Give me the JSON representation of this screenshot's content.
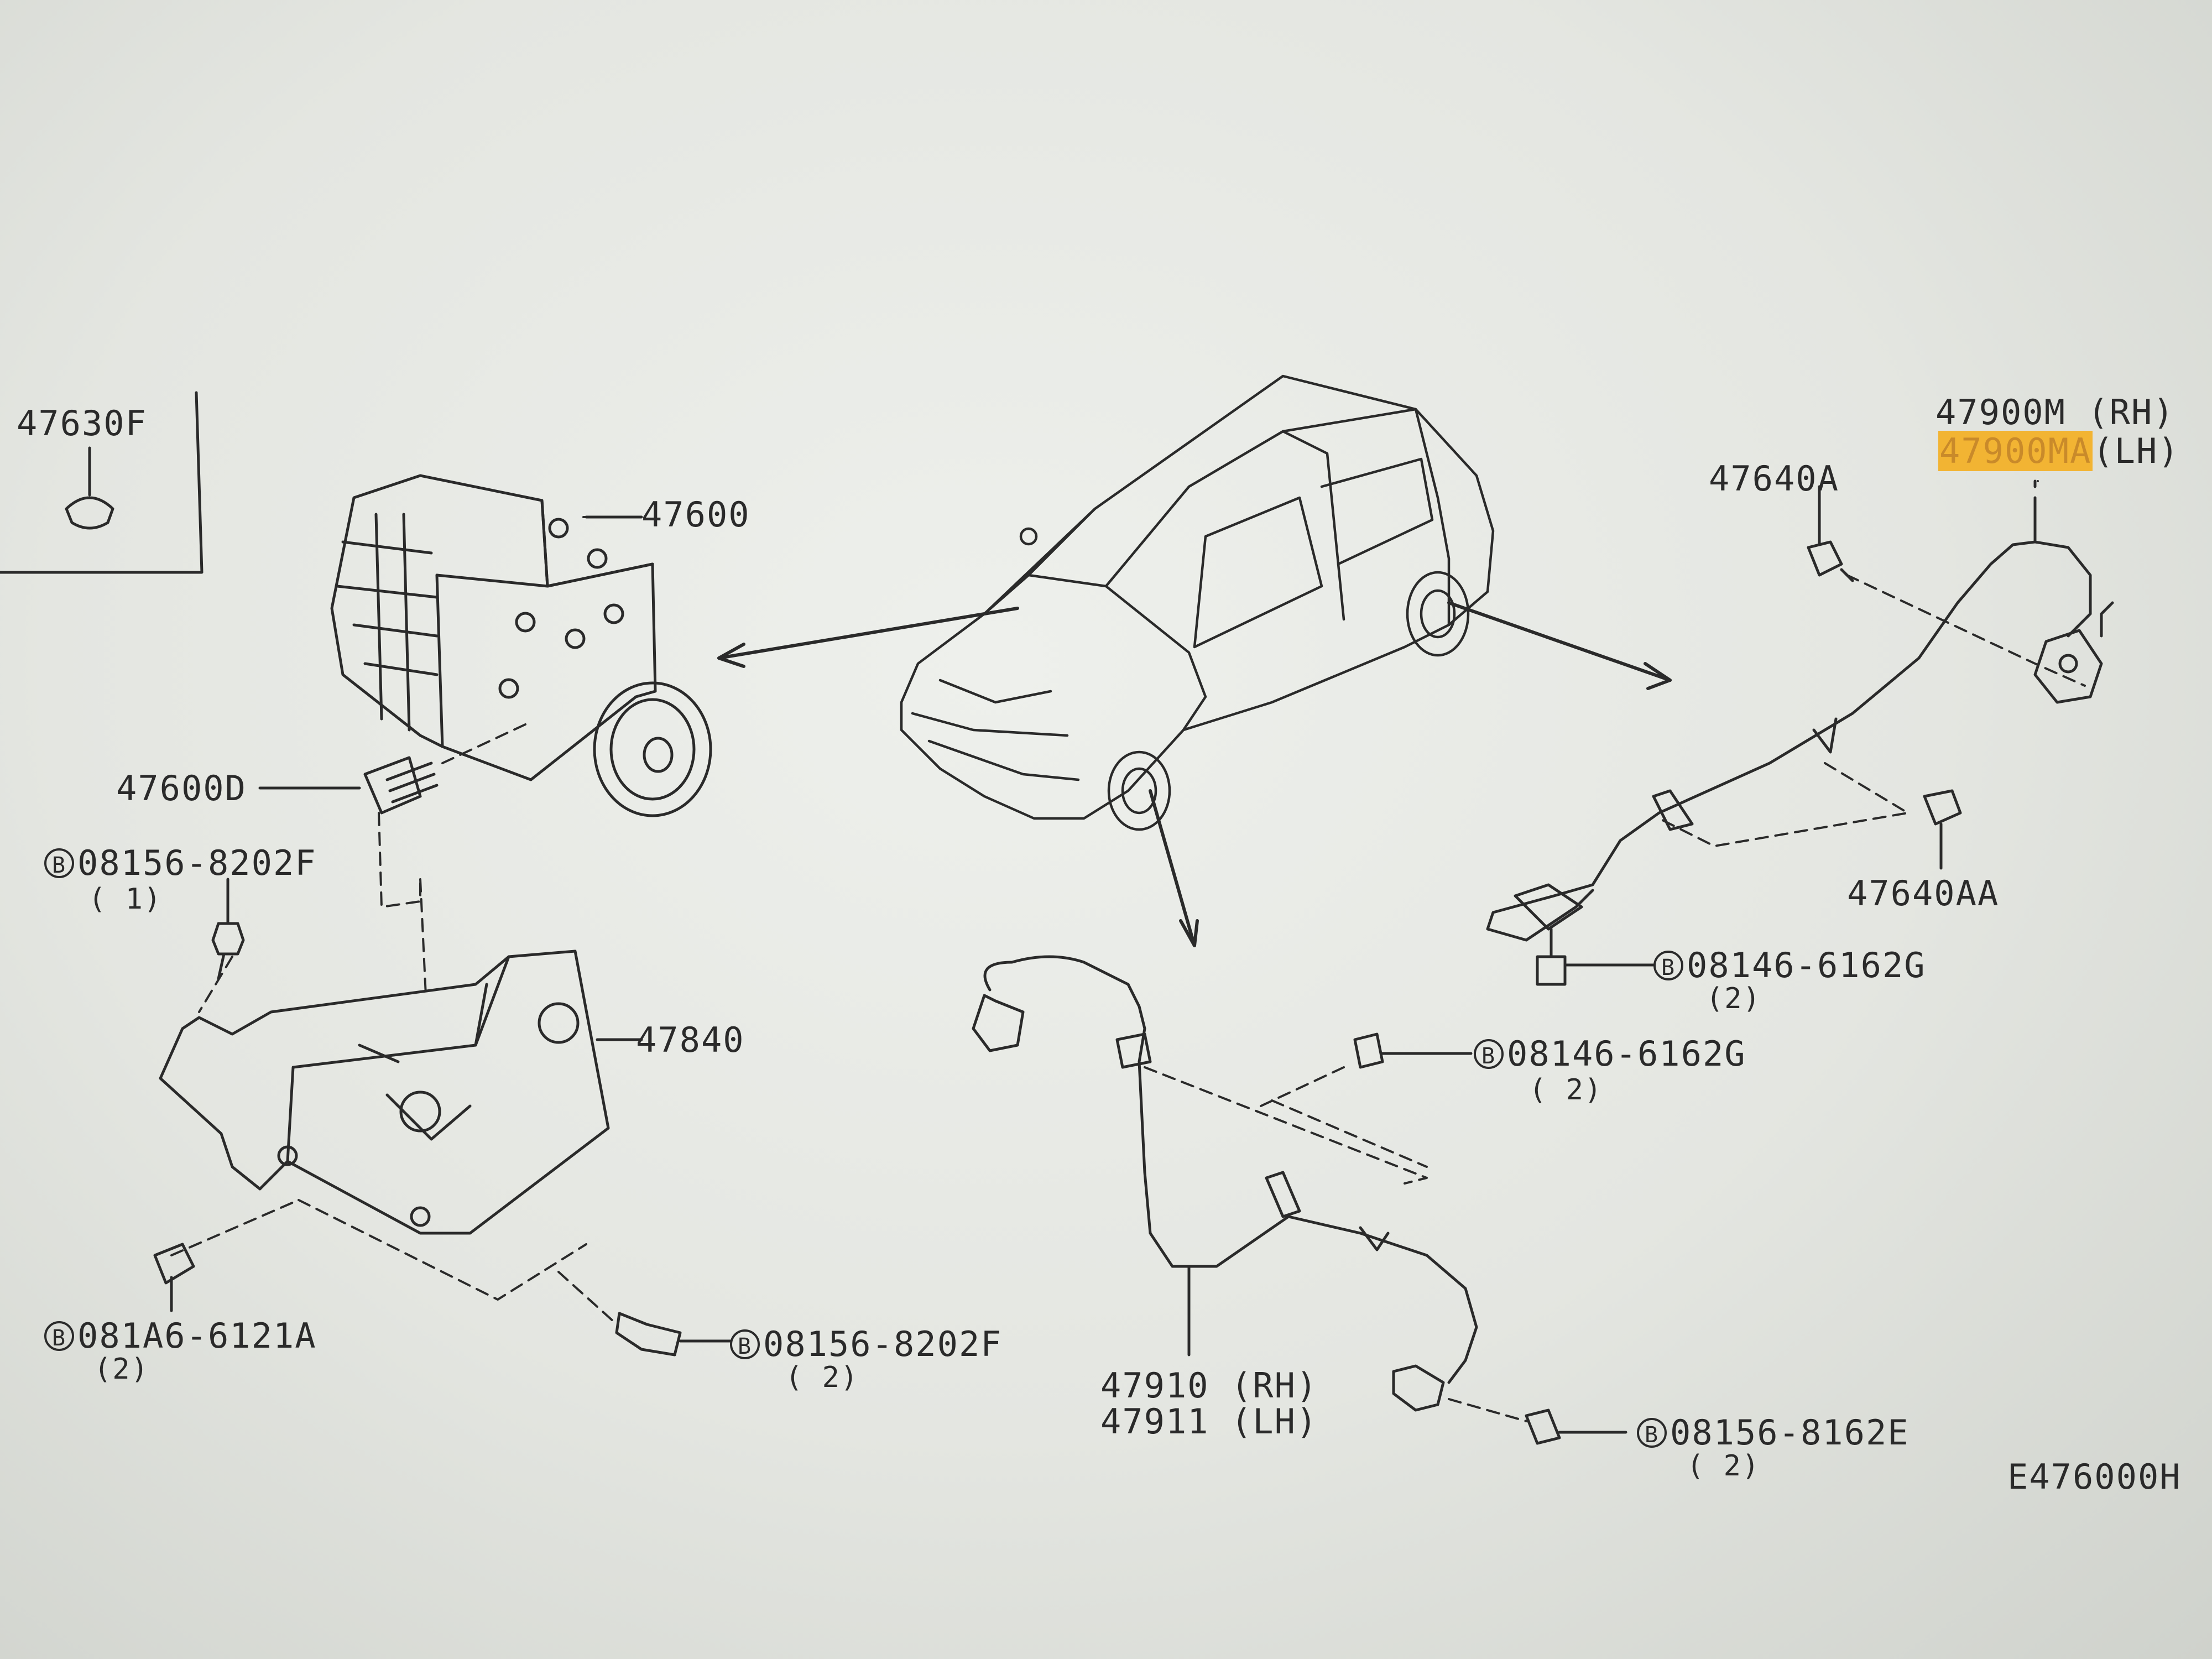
{
  "labels": {
    "p47630F": "47630F",
    "p47600": "47600",
    "p47600D": "47600D",
    "p08156_8202F_1": "08156-8202F",
    "p08156_8202F_1_qty": "( 1)",
    "p47840": "47840",
    "p081A6_6121A": "081A6-6121A",
    "p081A6_6121A_qty": "(2)",
    "p08156_8202F_2": "08156-8202F",
    "p08156_8202F_2_qty": "( 2)",
    "p47900M": "47900M (RH)",
    "p47900MA": "47900MA",
    "p47900MA_side": "(LH)",
    "p47640A": "47640A",
    "p47640AA": "47640AA",
    "p08146_6162G_a": "08146-6162G",
    "p08146_6162G_a_qty": "(2)",
    "p08146_6162G_b": "08146-6162G",
    "p08146_6162G_b_qty": "( 2)",
    "p47910": "47910 (RH)",
    "p47911": "47911 (LH)",
    "p08156_8162E": "08156-8162E",
    "p08156_8162E_qty": "( 2)",
    "diagram_code": "E476000H",
    "bolt_symbol": "B"
  },
  "colors": {
    "line": "#2a2a2a",
    "highlight": "#f2b433"
  }
}
